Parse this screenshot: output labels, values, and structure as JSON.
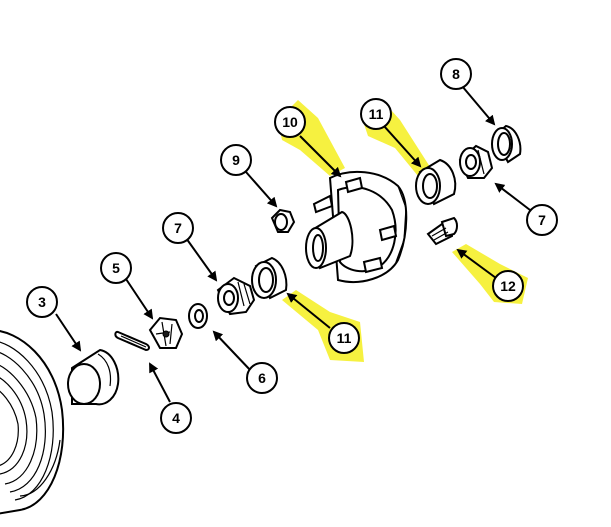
{
  "highlight_color": "#f4ee1f",
  "callouts": [
    {
      "id": "c3",
      "label": "3",
      "highlighted": false
    },
    {
      "id": "c4",
      "label": "4",
      "highlighted": false
    },
    {
      "id": "c5",
      "label": "5",
      "highlighted": false
    },
    {
      "id": "c6",
      "label": "6",
      "highlighted": false
    },
    {
      "id": "c7a",
      "label": "7",
      "highlighted": false
    },
    {
      "id": "c7b",
      "label": "7",
      "highlighted": false
    },
    {
      "id": "c8",
      "label": "8",
      "highlighted": false
    },
    {
      "id": "c9",
      "label": "9",
      "highlighted": false
    },
    {
      "id": "c10",
      "label": "10",
      "highlighted": true
    },
    {
      "id": "c11a",
      "label": "11",
      "highlighted": true
    },
    {
      "id": "c11b",
      "label": "11",
      "highlighted": true
    },
    {
      "id": "c12",
      "label": "12",
      "highlighted": true
    }
  ]
}
